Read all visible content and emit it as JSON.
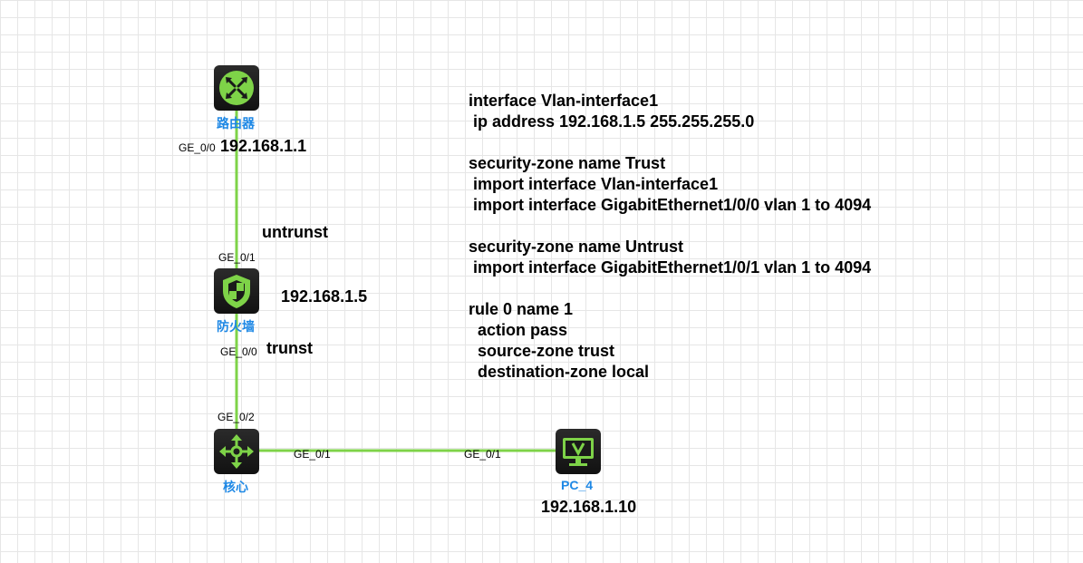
{
  "devices": {
    "router": {
      "label": "路由器",
      "icon": "router-icon"
    },
    "firewall": {
      "label": "防火墙",
      "icon": "firewall-shield-icon"
    },
    "core": {
      "label": "核心",
      "icon": "switch-arrows-icon"
    },
    "pc": {
      "label": "PC_4",
      "icon": "pc-monitor-icon"
    }
  },
  "ports": {
    "router_ge00": "GE_0/0",
    "firewall_ge01": "GE_0/1",
    "firewall_ge00": "GE_0/0",
    "core_ge02": "GE_0/2",
    "core_ge01": "GE_0/1",
    "pc_ge01": "GE_0/1"
  },
  "addresses": {
    "router": "192.168.1.1",
    "firewall": "192.168.1.5",
    "pc": "192.168.1.10"
  },
  "zones": {
    "untrust": "untrunst",
    "trust": "trunst"
  },
  "config_text": "interface Vlan-interface1\n ip address 192.168.1.5 255.255.255.0\n\nsecurity-zone name Trust\n import interface Vlan-interface1\n import interface GigabitEthernet1/0/0 vlan 1 to 4094\n\nsecurity-zone name Untrust\n import interface GigabitEthernet1/0/1 vlan 1 to 4094\n\nrule 0 name 1\n  action pass\n  source-zone trust\n  destination-zone local",
  "colors": {
    "link": "#7ed348",
    "device_label": "#1e88e5",
    "icon_green": "#7ed348"
  }
}
